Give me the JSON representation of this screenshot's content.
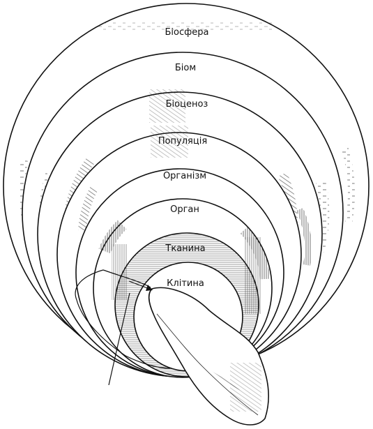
{
  "levels": [
    {
      "label": "Біосфера"
    },
    {
      "label": "Біом"
    },
    {
      "label": "Біоценоз"
    },
    {
      "label": "Популяція"
    },
    {
      "label": "Організм"
    },
    {
      "label": "Орган"
    },
    {
      "label": "Тканина"
    },
    {
      "label": "Клітина"
    }
  ]
}
